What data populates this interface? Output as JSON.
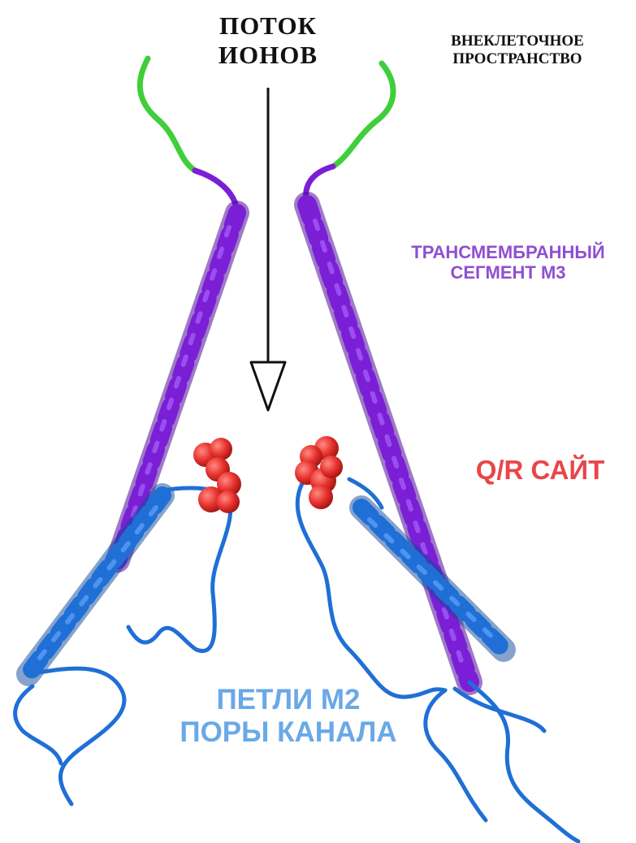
{
  "labels": {
    "ion_flow": [
      "ПОТОК",
      "ИОНОВ"
    ],
    "extracellular": [
      "ВНЕКЛЕТОЧНОЕ",
      "ПРОСТРАНСТВО"
    ],
    "m3_segment": [
      "ТРАНСМЕМБРАННЫЙ",
      "СЕГМЕНТ М3"
    ],
    "qr_site": "Q/R САЙТ",
    "m2_loops": [
      "ПЕТЛИ М2",
      "ПОРЫ КАНАЛА"
    ]
  },
  "colors": {
    "m3_helix": "#7a1fd6",
    "m3_helix_dark": "#4f0e9a",
    "m2_helix": "#1f6fd6",
    "m2_helix_dark": "#0f4a9a",
    "extracellular_loop": "#3ecf3a",
    "qr_site_atoms": "#e8322f",
    "arrow": "#111111"
  }
}
